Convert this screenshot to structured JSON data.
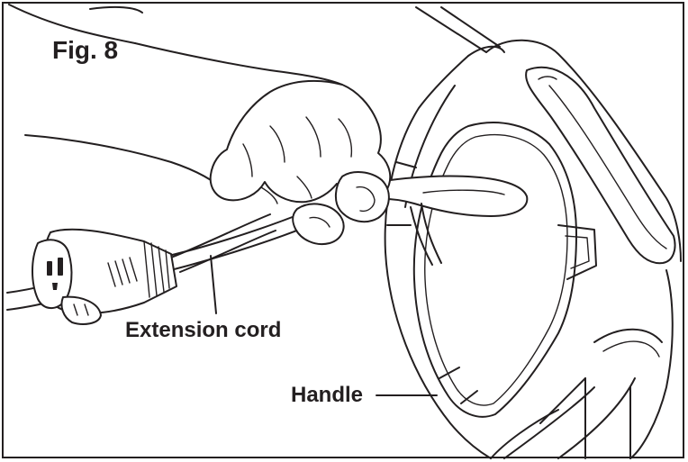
{
  "figure": {
    "title": "Fig. 8"
  },
  "callouts": {
    "extension_cord": "Extension cord",
    "handle": "Handle"
  },
  "colors": {
    "ink": "#231f20",
    "background": "#ffffff"
  }
}
